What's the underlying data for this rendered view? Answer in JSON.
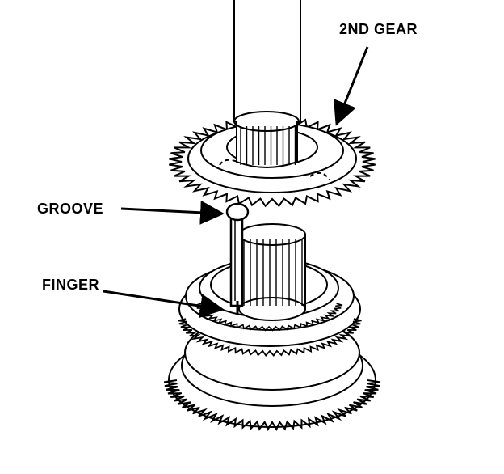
{
  "diagram": {
    "labels": {
      "gear": "2ND GEAR",
      "groove": "GROOVE",
      "finger": "FINGER"
    },
    "colors": {
      "ink": "#000000",
      "paper": "#ffffff"
    }
  }
}
